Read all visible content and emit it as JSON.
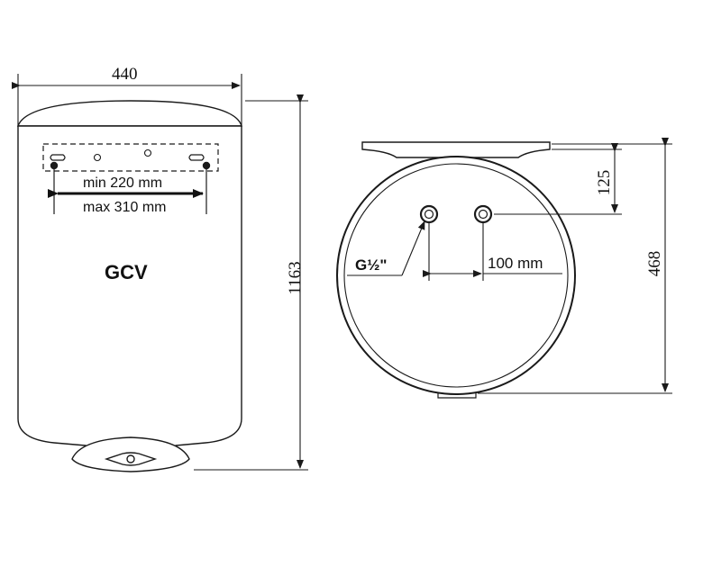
{
  "front_view": {
    "width_dim": "440",
    "height_dim": "1163",
    "bracket_min": "min 220 mm",
    "bracket_max": "max 310 mm",
    "model": "GCV"
  },
  "bottom_view": {
    "bracket_offset_dim": "125",
    "depth_dim": "468",
    "pipe_thread": "G½\"",
    "pipe_spacing": "100 mm"
  },
  "colors": {
    "line": "#1a1a1a",
    "fill": "#ffffff"
  }
}
